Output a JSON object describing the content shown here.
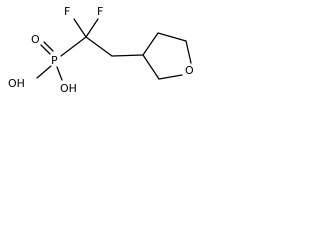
{
  "structure": {
    "atoms": {
      "fluorine_1": "F",
      "fluorine_2": "F",
      "phosphorus": "P",
      "phosphoryl_oxygen": "O",
      "hydroxyl_1": "OH",
      "hydroxyl_2": "OH",
      "ring_oxygen": "O"
    }
  }
}
